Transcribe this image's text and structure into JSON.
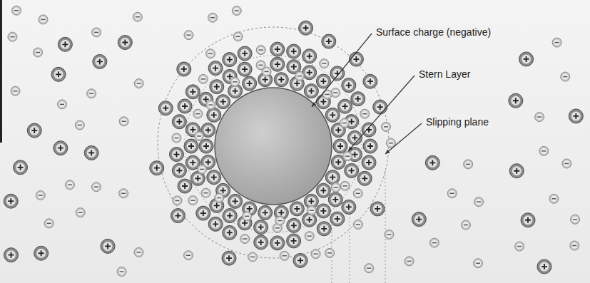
{
  "diagram": {
    "labels": [
      "Surface charge (negative)",
      "Stern Layer",
      "Slipping plane"
    ]
  }
}
